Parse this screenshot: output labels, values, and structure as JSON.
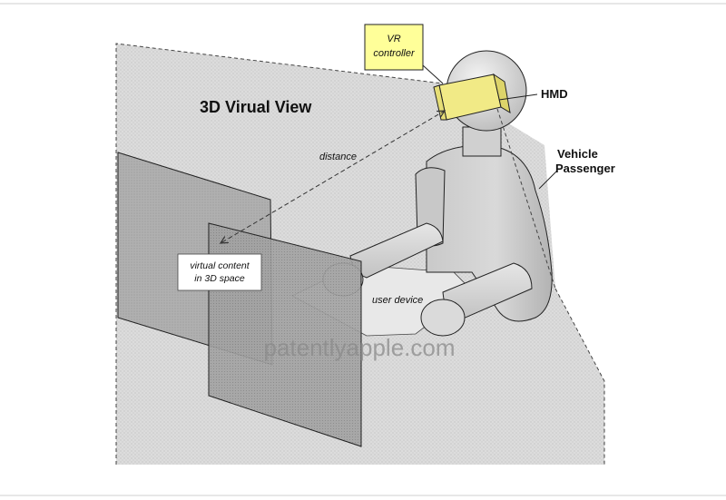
{
  "labels": {
    "title": "3D Virual View",
    "vr_controller_line1": "VR",
    "vr_controller_line2": "controller",
    "hmd": "HMD",
    "passenger_line1": "Vehicle",
    "passenger_line2": "Passenger",
    "distance": "distance",
    "virtual_content_line1": "virtual content",
    "virtual_content_line2": "in 3D space",
    "user_device": "user device"
  },
  "watermark": "patentlyapple.com",
  "colors": {
    "stipple": "#d9d9d9",
    "stipple_dot": "#bdbdbd",
    "panel": "#b4b4b4",
    "panel_front": "#a6a6a6",
    "figure": "#c8c8c8",
    "figure_light": "#e4e4e4",
    "headset": "#f2ec8a",
    "callout_box": "#ffff99",
    "outline": "#333333"
  }
}
